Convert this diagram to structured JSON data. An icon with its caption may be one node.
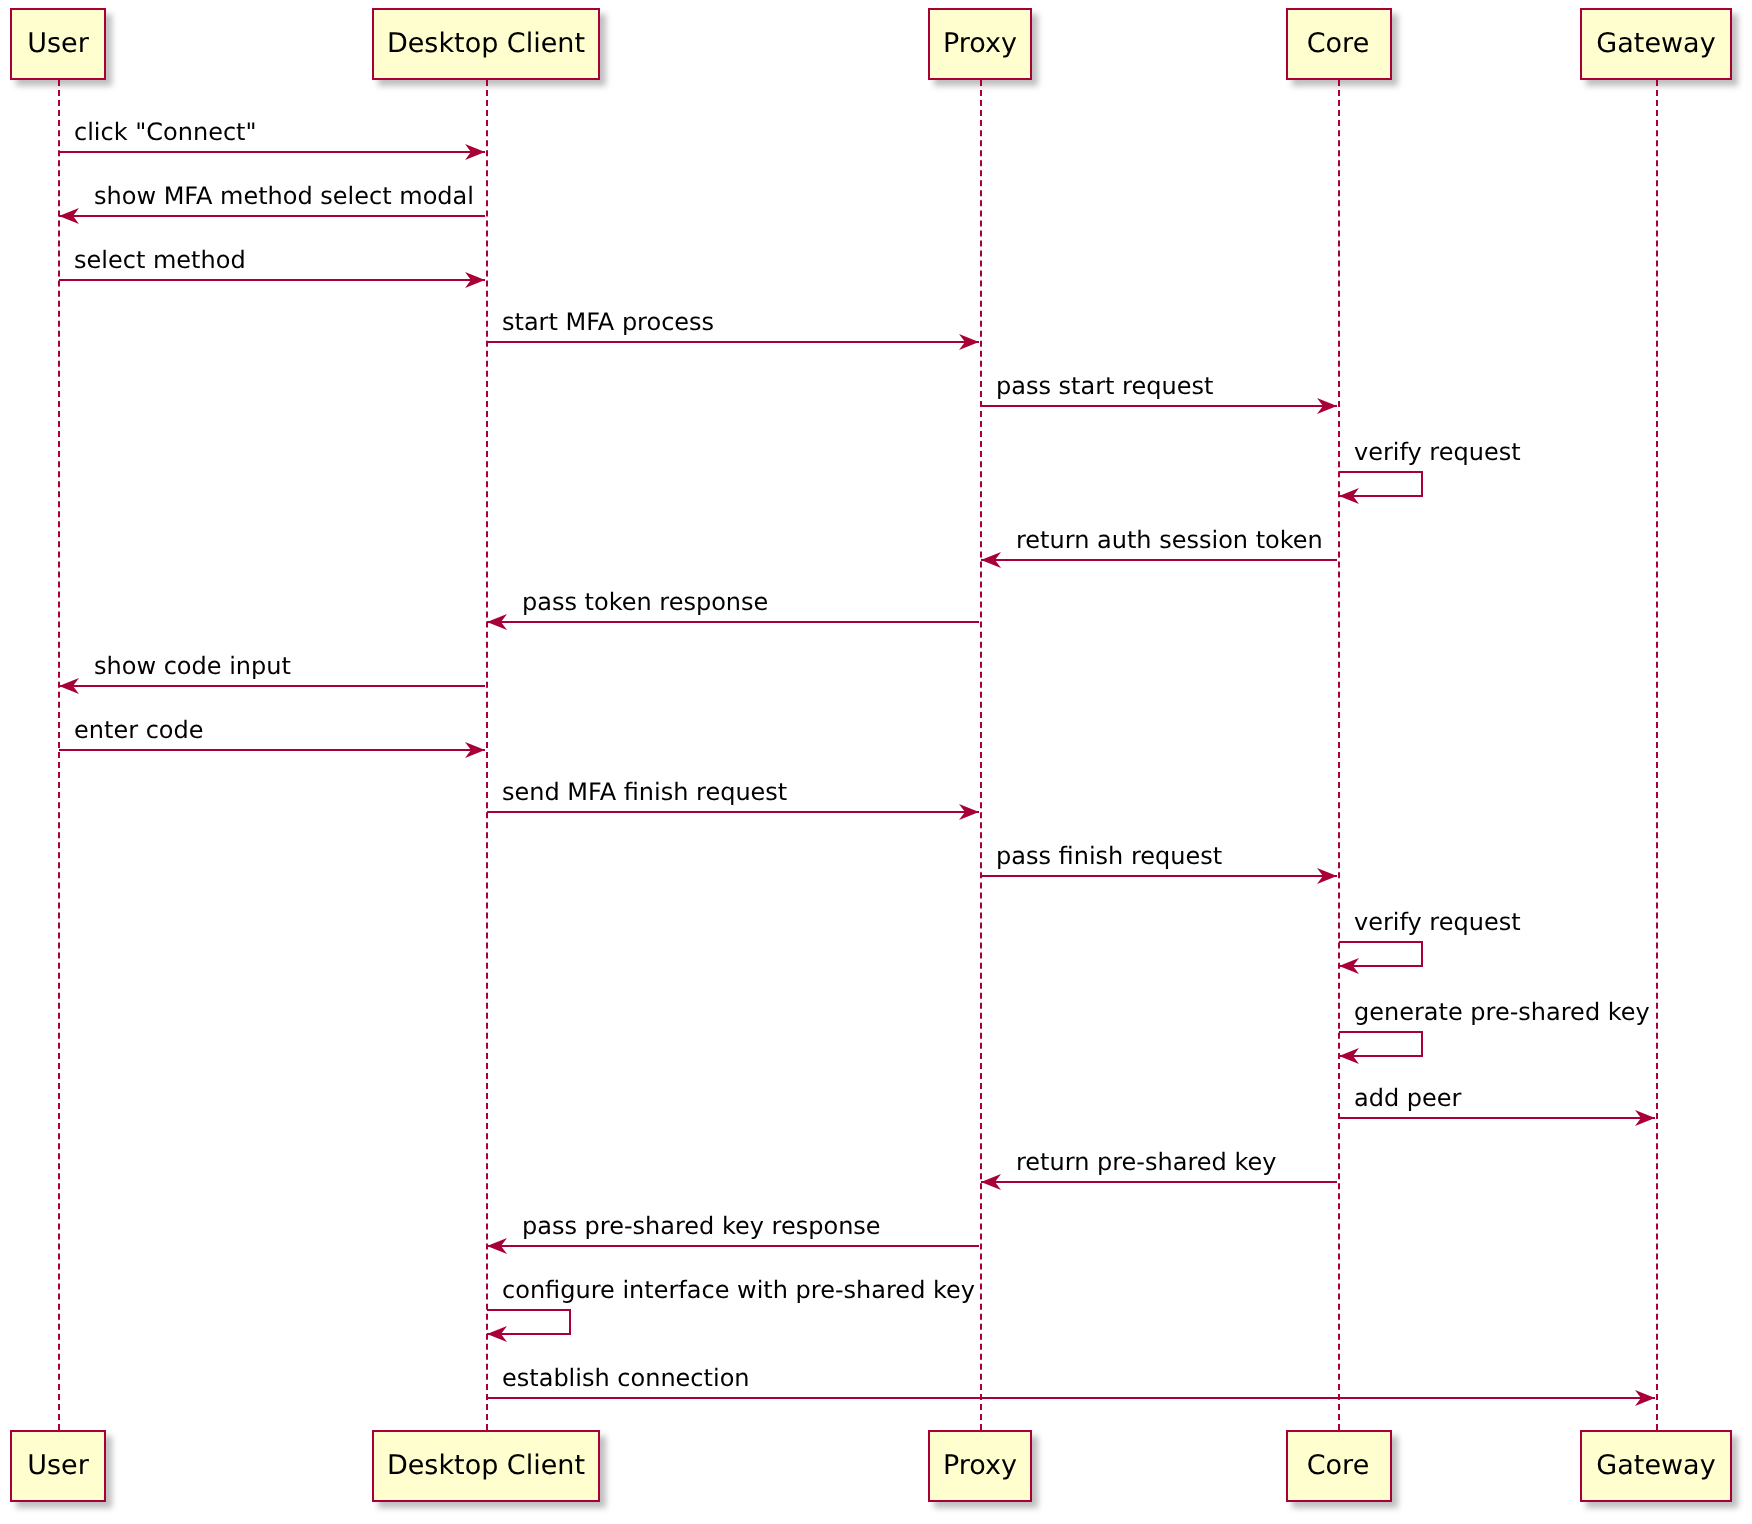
{
  "diagram": {
    "nodes": [
      {
        "text": [
          "User"
        ]
      },
      {
        "text": [
          "Desktop Client"
        ]
      },
      {
        "text": [
          "Proxy"
        ]
      },
      {
        "text": [
          "Core"
        ]
      },
      {
        "text": [
          "Gateway"
        ]
      },
      {
        "text": [],
        "shape": "bar"
      },
      {
        "text": [],
        "shape": "bar"
      },
      {
        "text": [],
        "shape": "bar"
      },
      {
        "text": [],
        "shape": "bar"
      },
      {
        "text": [],
        "shape": "bar"
      },
      {
        "text": [
          "User"
        ]
      },
      {
        "text": [
          "Desktop Client"
        ]
      },
      {
        "text": [
          "Proxy"
        ]
      },
      {
        "text": [
          "Core"
        ]
      },
      {
        "text": [
          "Gateway"
        ]
      }
    ],
    "edges": [
      {
        "from": 5,
        "to": 6,
        "arrow": "to",
        "label": "click \"Connect\""
      },
      {
        "from": 6,
        "to": 5,
        "arrow": "to",
        "label": "show MFA method select modal"
      },
      {
        "from": 5,
        "to": 6,
        "arrow": "to",
        "label": "select method"
      },
      {
        "from": 6,
        "to": 7,
        "arrow": "to",
        "label": "start MFA process"
      },
      {
        "from": 7,
        "to": 8,
        "arrow": "to",
        "label": "pass start request"
      },
      {
        "from": 8,
        "to": 8,
        "arrow": "to",
        "label": "verify request"
      },
      {
        "from": 8,
        "to": 7,
        "arrow": "to",
        "label": "return auth session token"
      },
      {
        "from": 7,
        "to": 6,
        "arrow": "to",
        "label": "pass token response"
      },
      {
        "from": 6,
        "to": 5,
        "arrow": "to",
        "label": "show code input"
      },
      {
        "from": 5,
        "to": 6,
        "arrow": "to",
        "label": "enter code"
      },
      {
        "from": 6,
        "to": 7,
        "arrow": "to",
        "label": "send MFA finish request"
      },
      {
        "from": 7,
        "to": 8,
        "arrow": "to",
        "label": "pass finish request"
      },
      {
        "from": 8,
        "to": 8,
        "arrow": "to",
        "label": "verify request"
      },
      {
        "from": 8,
        "to": 8,
        "arrow": "to",
        "label": "generate pre-shared key"
      },
      {
        "from": 8,
        "to": 9,
        "arrow": "to",
        "label": "add peer"
      },
      {
        "from": 8,
        "to": 7,
        "arrow": "to",
        "label": "return pre-shared key"
      },
      {
        "from": 7,
        "to": 6,
        "arrow": "to",
        "label": "pass pre-shared key response"
      },
      {
        "from": 6,
        "to": 6,
        "arrow": "to",
        "label": "configure interface with pre-shared key"
      },
      {
        "from": 6,
        "to": 9,
        "arrow": "to",
        "label": "establish connection"
      }
    ]
  }
}
